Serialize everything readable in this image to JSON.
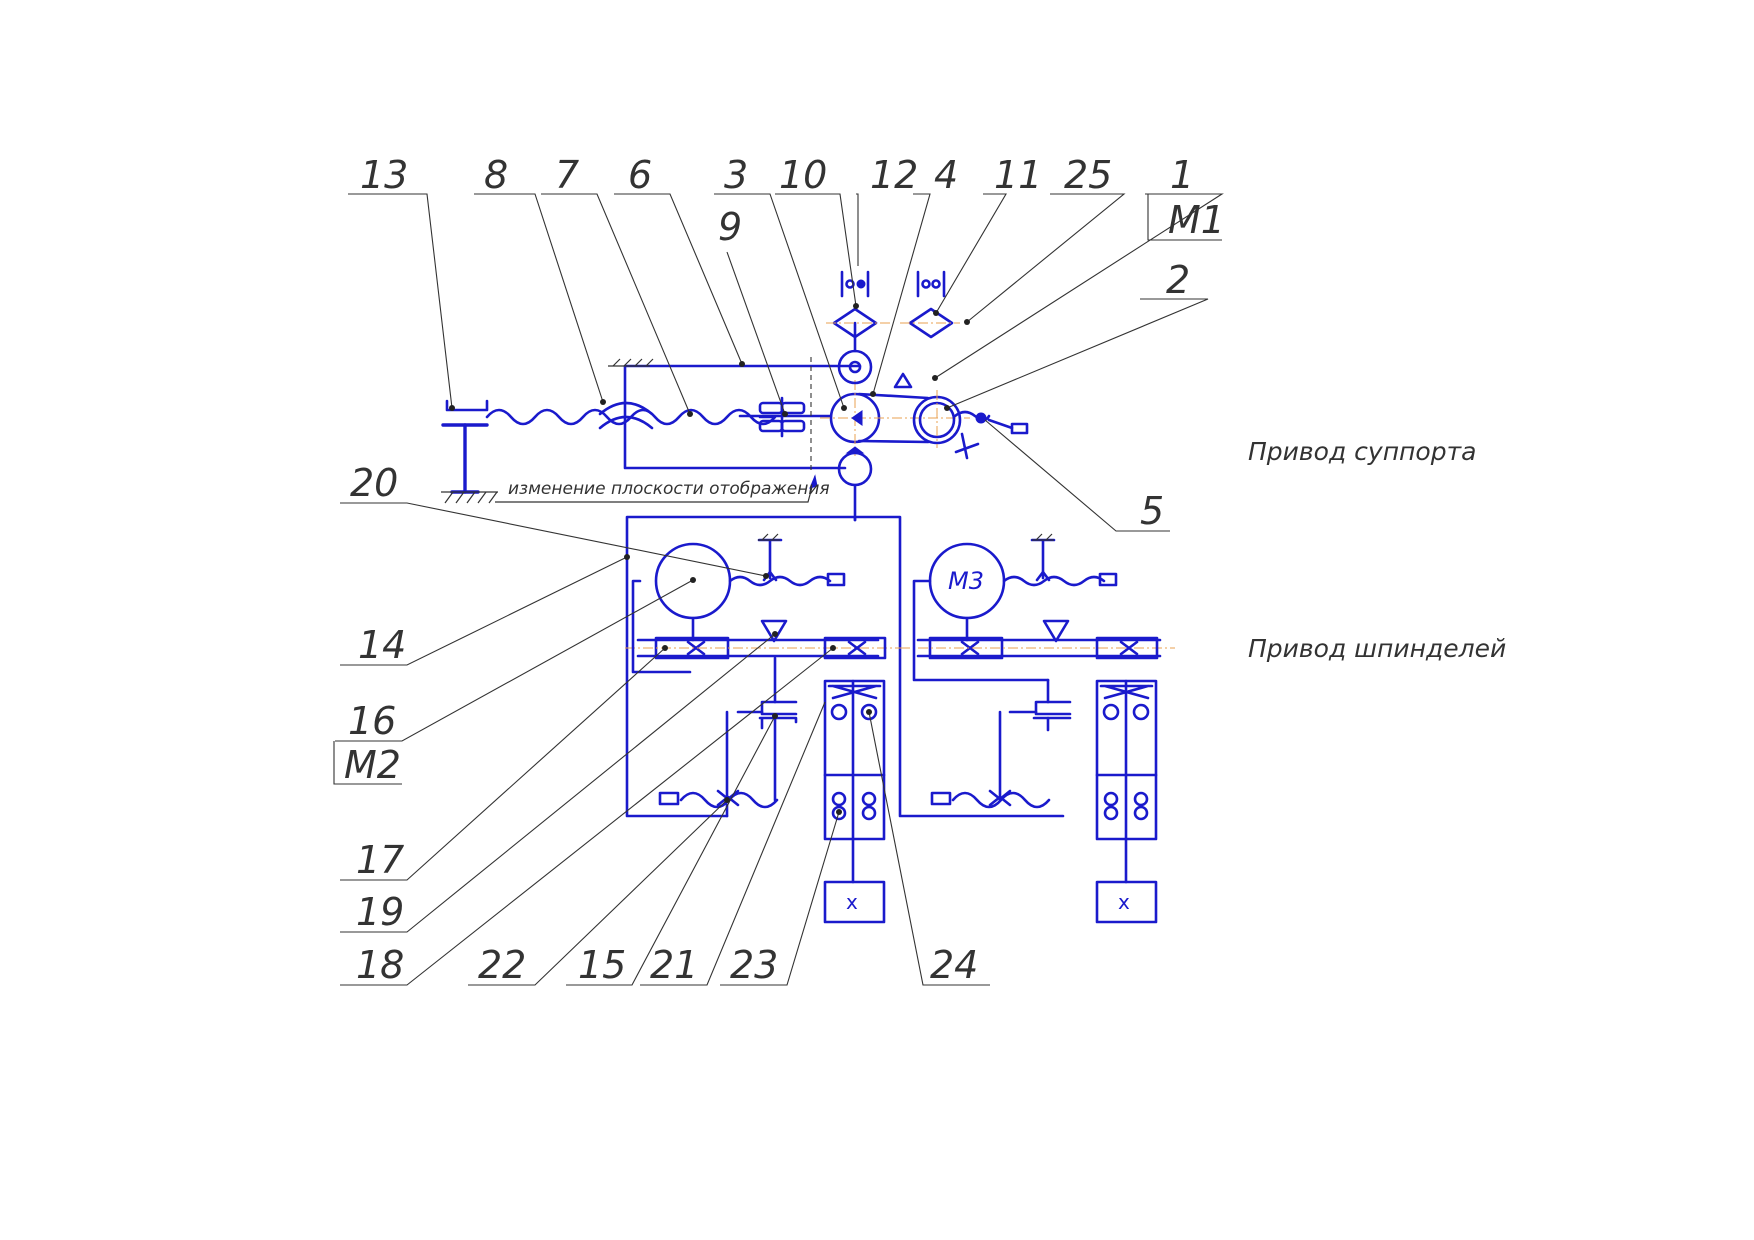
{
  "colors": {
    "line": "#1a1acc",
    "axis": "#e8a050",
    "ink": "#333333"
  },
  "labels": {
    "n1": "1",
    "n2": "2",
    "n3": "3",
    "n4": "4",
    "n5": "5",
    "n6": "6",
    "n7": "7",
    "n8": "8",
    "n9": "9",
    "n10": "10",
    "n11": "11",
    "n12": "12",
    "n13": "13",
    "n14": "14",
    "n15": "15",
    "n16": "16",
    "n17": "17",
    "n18": "18",
    "n19": "19",
    "n20": "20",
    "n21": "21",
    "n22": "22",
    "n23": "23",
    "n24": "24",
    "n25": "25",
    "m1": "M1",
    "m2": "M2"
  },
  "motor_m3": "M3",
  "spindle_mark": "x",
  "note_plane": "изменение плоскости отображения",
  "caption_support": "Привод суппорта",
  "caption_spindles": "Привод шпинделей"
}
